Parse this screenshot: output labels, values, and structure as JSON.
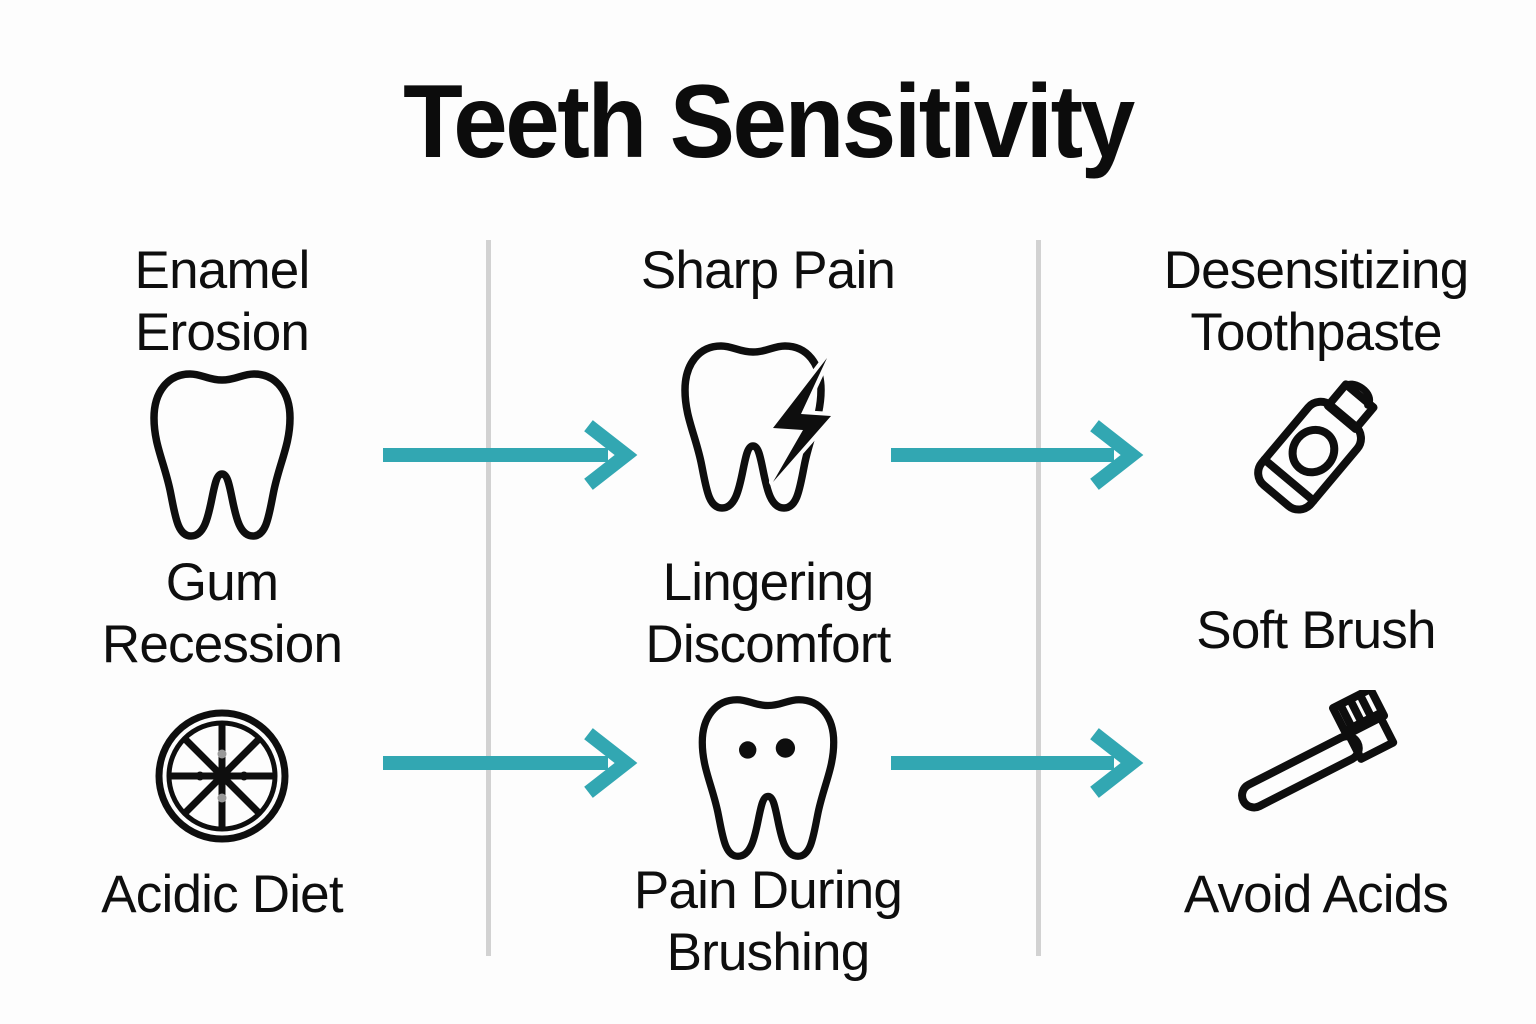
{
  "title": "Teeth Sensitivity",
  "theme": {
    "accent_teal": "#32A7B2",
    "divider_gray": "#D2D2D2",
    "text_black": "#0E0E0E",
    "background": "#FDFDFD"
  },
  "columns": {
    "causes": {
      "items": [
        {
          "label": "Enamel\nErosion",
          "label_line1": "Enamel",
          "label_line2": "Erosion",
          "icon": "tooth-outline-icon"
        },
        {
          "label": "Gum\nRecession",
          "label_line1": "Gum",
          "label_line2": "Recession",
          "icon": "citrus-slice-icon"
        },
        {
          "label": "Acidic Diet",
          "label_line1": "Acidic Diet",
          "label_line2": "",
          "icon": "citrus-slice-icon"
        }
      ],
      "label_enamel": "Enamel\nErosion",
      "label_gum": "Gum\nRecession",
      "label_acidic": "Acidic Diet"
    },
    "symptoms": {
      "label_sharp": "Sharp Pain",
      "label_lingering": "Lingering\nDiscomfort",
      "label_brushing": "Pain During\nBrushing"
    },
    "remedies": {
      "label_desensitizing": "Desensitizing\nToothpaste",
      "label_soft_brush": "Soft Brush",
      "label_avoid_acids": "Avoid Acids"
    }
  },
  "icons": {
    "tooth_plain": "tooth-outline-icon",
    "citrus": "citrus-slice-icon",
    "tooth_bolt": "tooth-lightning-icon",
    "tooth_dots": "tooth-cavity-icon",
    "toothpaste": "toothpaste-tube-icon",
    "toothbrush": "toothbrush-icon"
  },
  "arrows": {
    "row1_left": "arrow-right-icon",
    "row1_right": "arrow-right-icon",
    "row2_left": "arrow-right-icon",
    "row2_right": "arrow-right-icon"
  }
}
